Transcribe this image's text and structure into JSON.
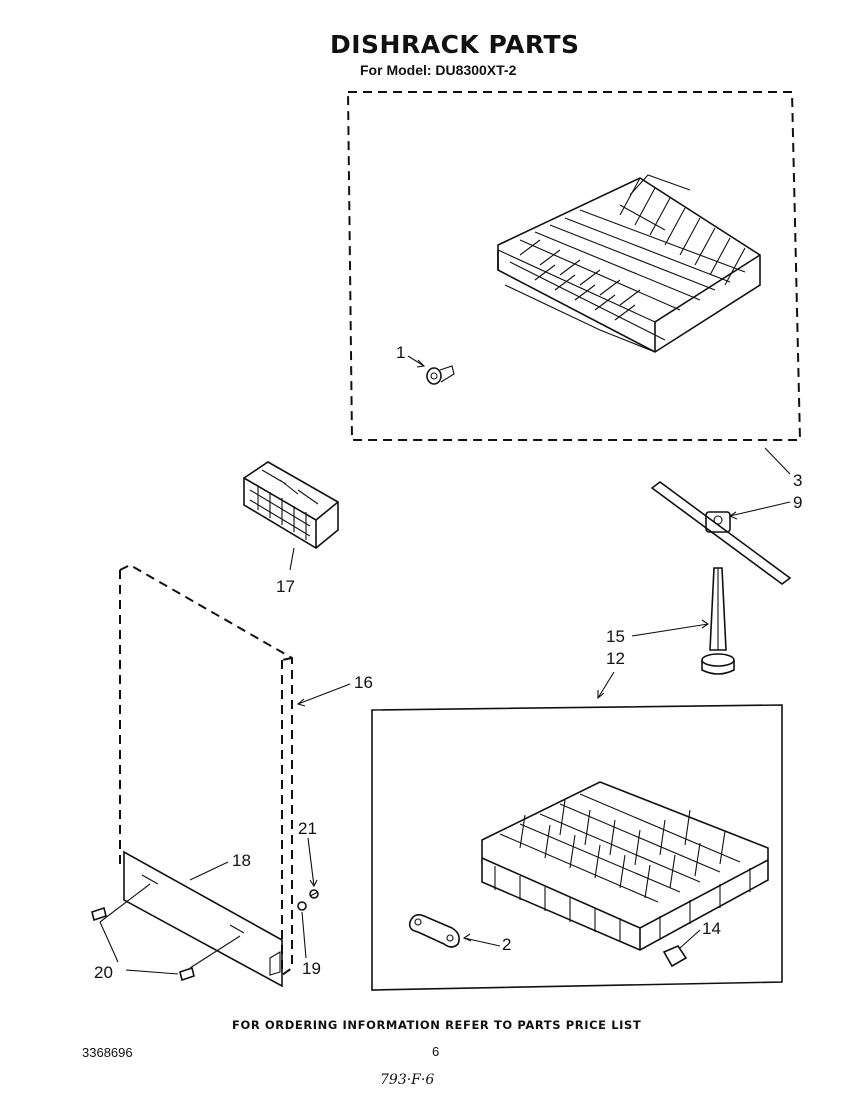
{
  "header": {
    "title": "DISHRACK PARTS",
    "subtitle": "For Model: DU8300XT-2"
  },
  "callouts": {
    "c1": "1",
    "c2": "2",
    "c3": "3",
    "c9": "9",
    "c12": "12",
    "c14": "14",
    "c15": "15",
    "c16": "16",
    "c17": "17",
    "c18": "18",
    "c19": "19",
    "c20": "20",
    "c21": "21"
  },
  "footer": {
    "note": "FOR ORDERING INFORMATION REFER TO PARTS PRICE LIST",
    "doc_number": "3368696",
    "page_number": "6",
    "handwritten": "793·F·6"
  }
}
